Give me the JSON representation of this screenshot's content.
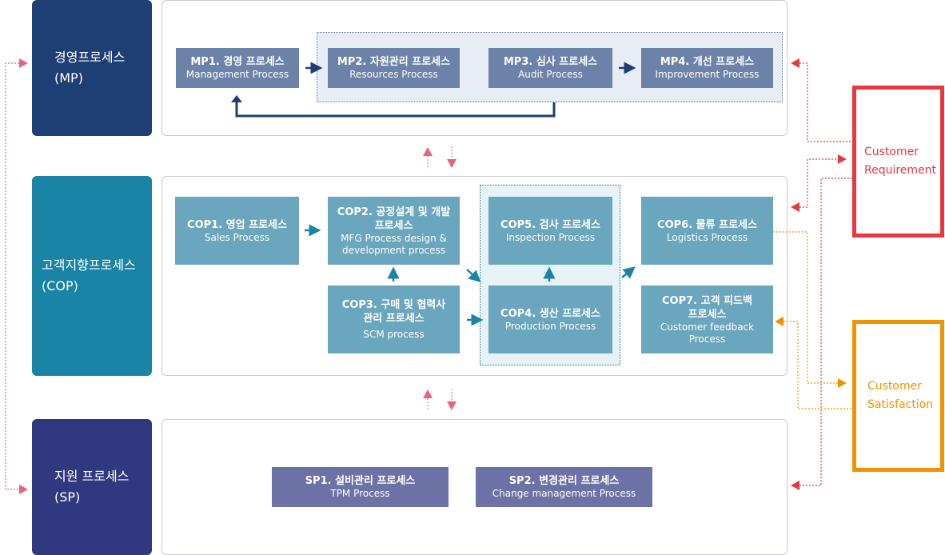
{
  "sidebar": {
    "mp": {
      "line1": "경영프로세스",
      "line2": "(MP)",
      "color": "#1e3f74"
    },
    "cop": {
      "line1": "고객지향프로세스",
      "line2": "(COP)",
      "color": "#1a84a7"
    },
    "sp": {
      "line1": "지원 프로세스",
      "line2": "(SP)",
      "color": "#30397f"
    }
  },
  "mp": {
    "mp1": {
      "title": "MP1. 경영 프로세스",
      "sub": "Management Process"
    },
    "mp2": {
      "title": "MP2. 자원관리 프로세스",
      "sub": "Resources Process"
    },
    "mp3": {
      "title": "MP3. 심사 프로세스",
      "sub": "Audit Process"
    },
    "mp4": {
      "title": "MP4. 개선 프로세스",
      "sub": "Improvement Process"
    }
  },
  "cop": {
    "cop1": {
      "title": "COP1. 영업 프로세스",
      "sub": "Sales Process"
    },
    "cop2": {
      "title1": "COP2. 공정설계 및 개발",
      "title2": "프로세스",
      "sub1": "MFG Process design &",
      "sub2": "development process"
    },
    "cop3": {
      "title1": "COP3. 구매 및 협력사",
      "title2": "관리 프로세스",
      "sub": "SCM process"
    },
    "cop4": {
      "title": "COP4. 생산 프로세스",
      "sub": "Production Process"
    },
    "cop5": {
      "title": "COP5. 검사 프로세스",
      "sub": "Inspection Process"
    },
    "cop6": {
      "title": "COP6. 물류 프로세스",
      "sub": "Logistics Process"
    },
    "cop7": {
      "title1": "COP7. 고객 피드백",
      "title2": "프로세스",
      "sub1": "Customer feedback",
      "sub2": "Process"
    }
  },
  "sp": {
    "sp1": {
      "title": "SP1. 설비관리 프로세스",
      "sub": "TPM Process"
    },
    "sp2": {
      "title": "SP2. 변경관리 프로세스",
      "sub": "Change management Process"
    }
  },
  "customer_requirement": {
    "line1": "Customer",
    "line2": "Requirement",
    "color": "#e8383d"
  },
  "customer_satisfaction": {
    "line1": "Customer",
    "line2": "Satisfaction",
    "color": "#f39200"
  },
  "colors": {
    "mp_box": "#6c82a8",
    "cop_box": "#6aa6bd",
    "sp_box": "#6c71a6",
    "mp_arrow": "#1e3f74",
    "cop_arrow": "#1a84a7",
    "pink_arrow": "#e8637a"
  }
}
